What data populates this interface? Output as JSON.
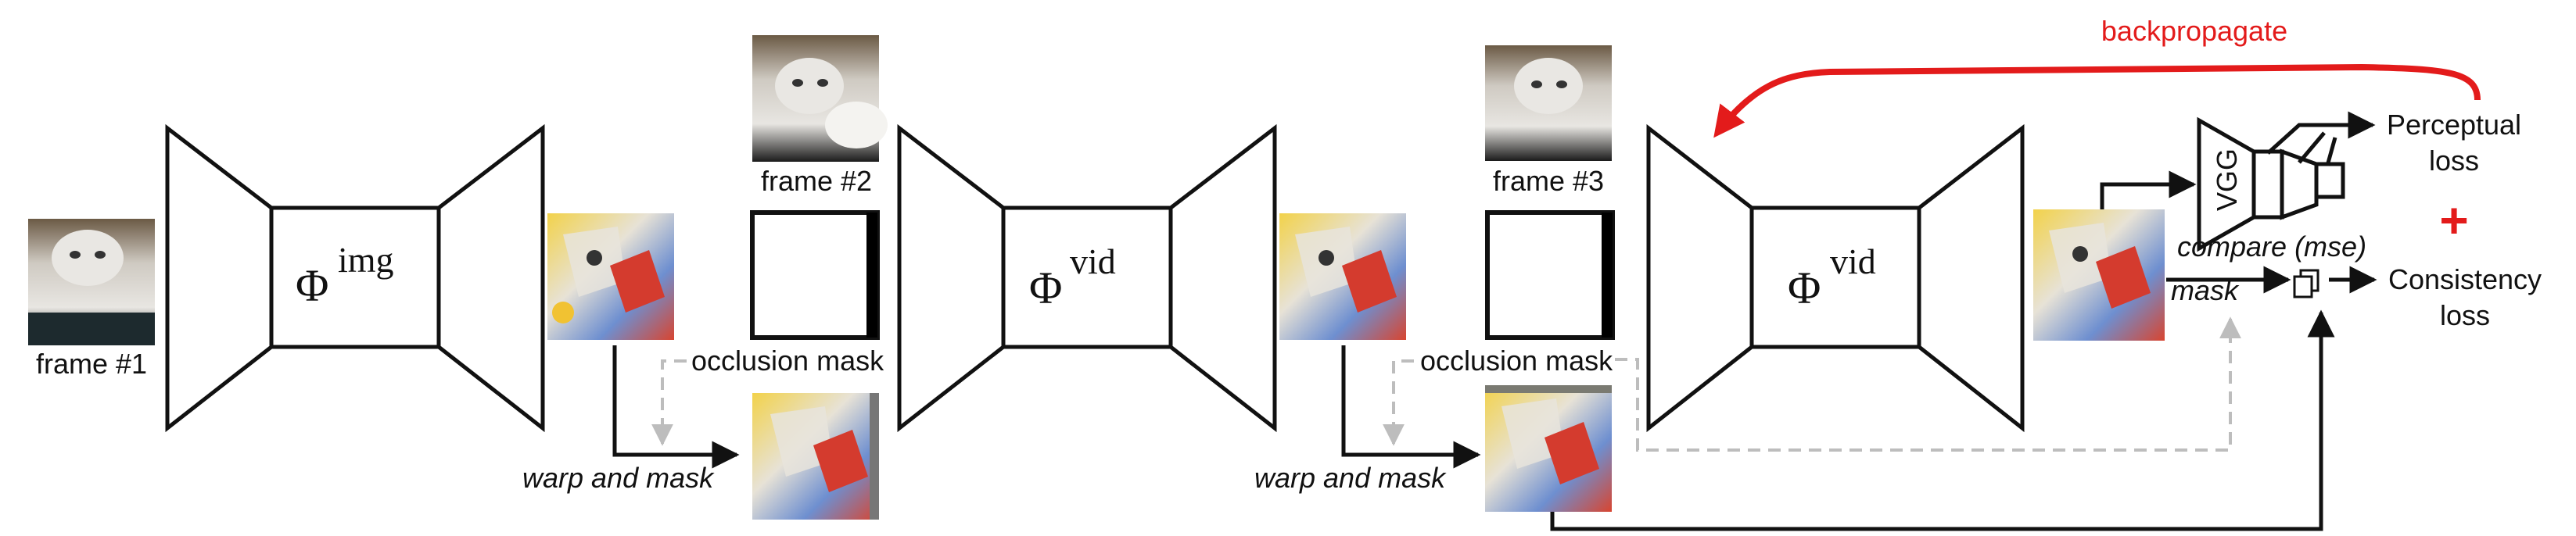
{
  "frames": {
    "frame1": "frame #1",
    "frame2": "frame #2",
    "frame3": "frame #3"
  },
  "networks": {
    "phi": "Φ",
    "img_sup": "img",
    "vid_sup": "vid"
  },
  "labels": {
    "occlusion_mask": "occlusion mask",
    "warp_and_mask": "warp and mask",
    "mask": "mask",
    "compare_mse": "compare (mse)",
    "vgg": "VGG",
    "backpropagate": "backpropagate",
    "perceptual_loss_line1": "Perceptual",
    "perceptual_loss_line2": "loss",
    "consistency_loss_line1": "Consistency",
    "consistency_loss_line2": "loss",
    "plus": "+"
  },
  "colors": {
    "backprop": "#e31b1b",
    "dashed_path": "#bdbdbd",
    "line": "#111111"
  }
}
